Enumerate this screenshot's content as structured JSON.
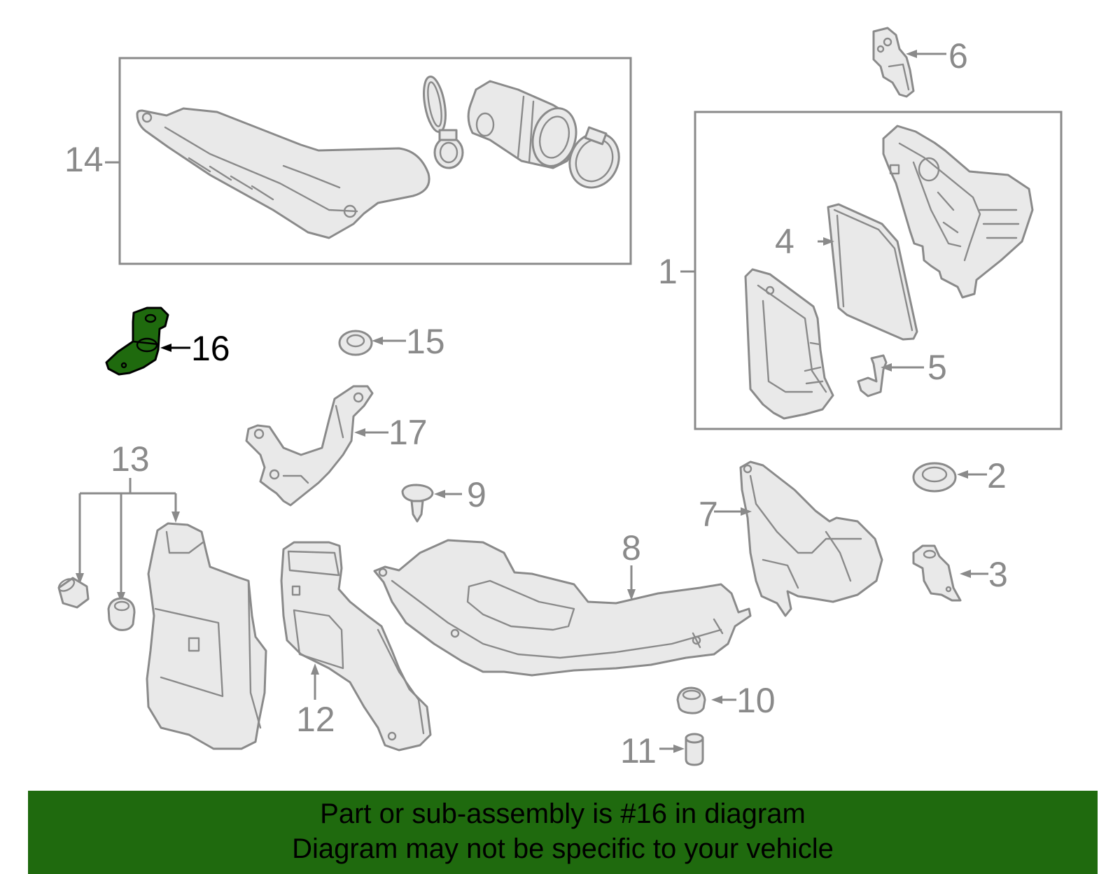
{
  "diagram": {
    "callouts": {
      "c1": "1",
      "c2": "2",
      "c3": "3",
      "c4": "4",
      "c5": "5",
      "c6": "6",
      "c7": "7",
      "c8": "8",
      "c9": "9",
      "c10": "10",
      "c11": "11",
      "c12": "12",
      "c13": "13",
      "c14": "14",
      "c15": "15",
      "c16": "16",
      "c17": "17"
    },
    "highlighted_part": "16",
    "colors": {
      "highlight": "#1f6a0e",
      "line": "#8a8a8a",
      "part_fill": "#e9e9e9",
      "banner": "#1f6a0e"
    }
  },
  "banner": {
    "line1": "Part or sub-assembly is #16 in diagram",
    "line2": "Diagram may not be specific to your vehicle"
  }
}
